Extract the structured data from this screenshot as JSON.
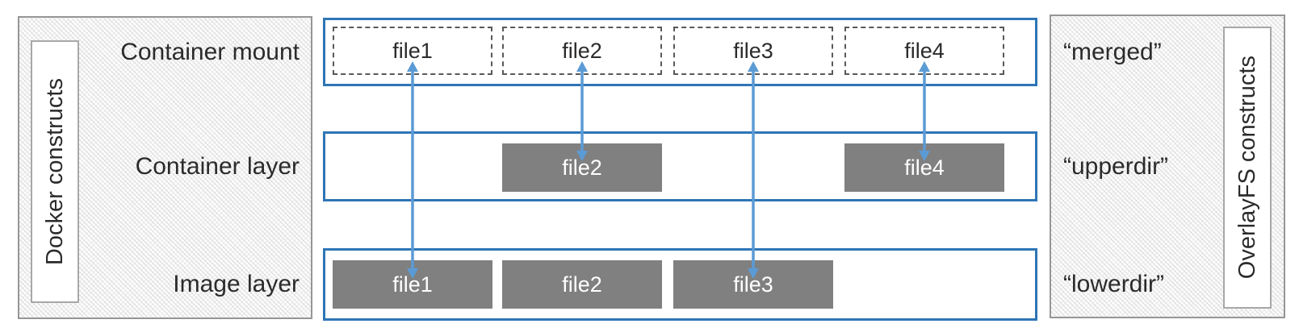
{
  "colors": {
    "layer_border": "#2e75b6",
    "arrow": "#5b9bd5",
    "file_box_gray": "#808080",
    "dashed_border": "#595959",
    "panel_border": "#969696",
    "text": "#3b3b3b"
  },
  "left_panel": {
    "label": "Docker constructs"
  },
  "right_panel": {
    "label": "OverlayFS constructs"
  },
  "rows": [
    {
      "docker_label": "Container mount",
      "overlayfs_label": "“merged”",
      "boxes": [
        {
          "label": "file1"
        },
        {
          "label": "file2"
        },
        {
          "label": "file3"
        },
        {
          "label": "file4"
        }
      ]
    },
    {
      "docker_label": "Container layer",
      "overlayfs_label": "“upperdir”",
      "boxes": [
        {
          "label": "file2"
        },
        {
          "label": "file4"
        }
      ]
    },
    {
      "docker_label": "Image layer",
      "overlayfs_label": "“lowerdir”",
      "boxes": [
        {
          "label": "file1"
        },
        {
          "label": "file2"
        },
        {
          "label": "file3"
        }
      ]
    }
  ],
  "arrows": [
    {
      "file": "file1",
      "from": "image-layer",
      "to": "container-mount"
    },
    {
      "file": "file2",
      "from": "container-layer",
      "to": "container-mount"
    },
    {
      "file": "file3",
      "from": "image-layer",
      "to": "container-mount"
    },
    {
      "file": "file4",
      "from": "container-layer",
      "to": "container-mount"
    }
  ]
}
